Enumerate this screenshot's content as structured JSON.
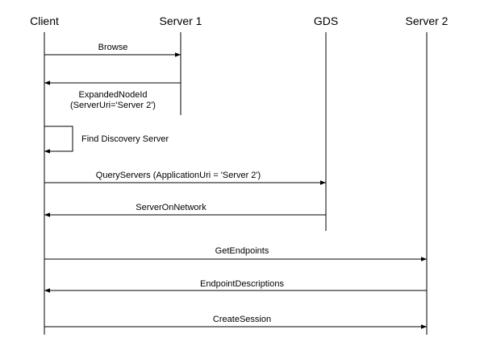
{
  "participants": {
    "client": "Client",
    "server1": "Server 1",
    "gds": "GDS",
    "server2": "Server 2"
  },
  "messages": {
    "browse": "Browse",
    "expanded_node_id_line1": "ExpandedNodeId",
    "expanded_node_id_line2": "(ServerUri='Server 2')",
    "find_discovery_server": "Find Discovery Server",
    "query_servers": "QueryServers (ApplicationUri = 'Server 2')",
    "server_on_network": "ServerOnNetwork",
    "get_endpoints": "GetEndpoints",
    "endpoint_descriptions": "EndpointDescriptions",
    "create_session": "CreateSession"
  },
  "colors": {
    "line": "#000000",
    "background": "#ffffff"
  }
}
